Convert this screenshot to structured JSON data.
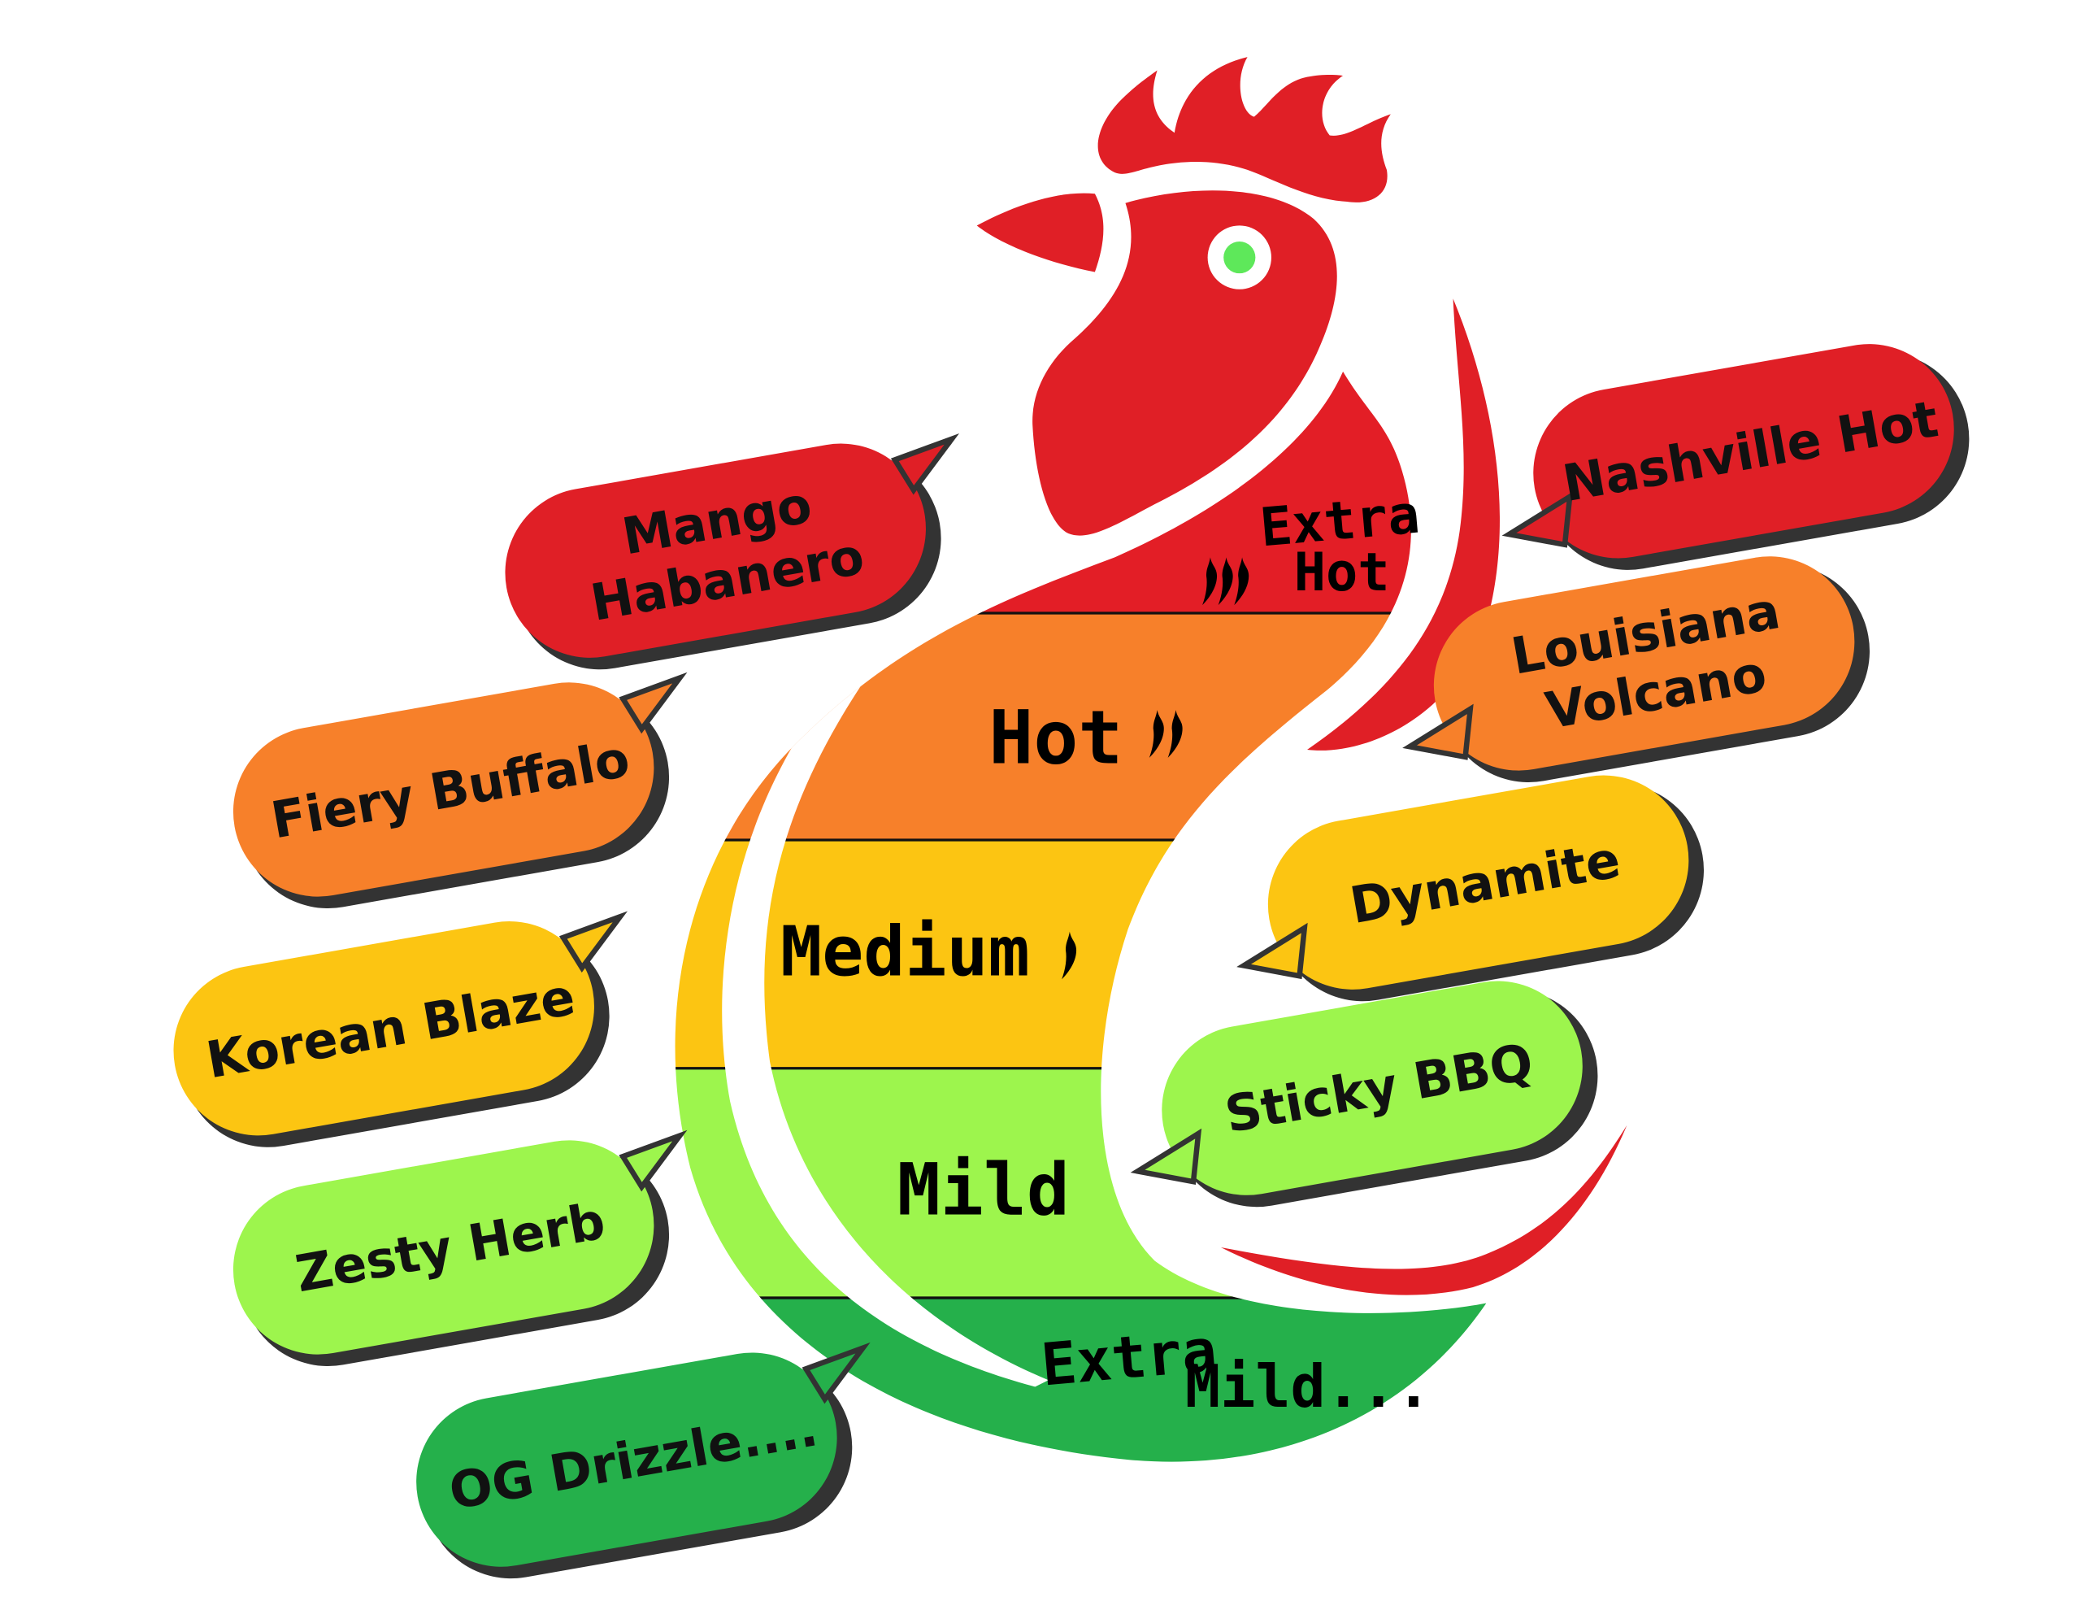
{
  "colors": {
    "extra_hot": "#e31e26",
    "hot": "#f7802a",
    "medium": "#fcc512",
    "mild": "#9df54d",
    "extra_mild": "#25b04b",
    "outline": "#333333",
    "eye": "#5ee85a"
  },
  "heat_levels": [
    {
      "label": "Extra Hot",
      "line1": "Extra",
      "line2": "Hot",
      "peppers": 3
    },
    {
      "label": "Hot",
      "peppers": 2
    },
    {
      "label": "Medium",
      "peppers": 1
    },
    {
      "label": "Mild",
      "peppers": 0
    },
    {
      "label": "Extra Mild...",
      "line1": "Extra",
      "line2": "Mild...",
      "peppers": 0
    }
  ],
  "sauces": {
    "mango_habanero": {
      "line1": "Mango",
      "line2": "Habanero",
      "level": "Extra Hot"
    },
    "nashville_hot": {
      "line1": "Nashville Hot",
      "level": "Extra Hot"
    },
    "fiery_buffalo": {
      "line1": "Fiery Buffalo",
      "level": "Hot"
    },
    "louisiana_volcano": {
      "line1": "Louisiana",
      "line2": "Volcano",
      "level": "Hot"
    },
    "korean_blaze": {
      "line1": "Korean Blaze",
      "level": "Medium"
    },
    "dynamite": {
      "line1": "Dynamite",
      "level": "Medium"
    },
    "zesty_herb": {
      "line1": "Zesty Herb",
      "level": "Mild"
    },
    "sticky_bbq": {
      "line1": "Sticky BBQ",
      "level": "Mild"
    },
    "og_drizzle": {
      "line1": "OG Drizzle....",
      "level": "Extra Mild"
    }
  }
}
